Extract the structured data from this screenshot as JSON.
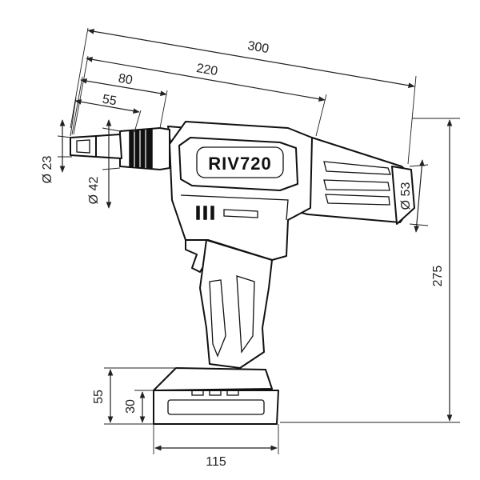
{
  "diagram": {
    "model_label": "RIV720",
    "dimensions": {
      "overall_length": "300",
      "length_to_grip": "220",
      "nose_length": "80",
      "nose_tip_length": "55",
      "tip_diameter": "Ø 23",
      "nose_diameter": "Ø 42",
      "rear_diameter": "Ø 53",
      "overall_height": "275",
      "battery_height": "55",
      "battery_base_height": "30",
      "battery_width": "115"
    }
  }
}
